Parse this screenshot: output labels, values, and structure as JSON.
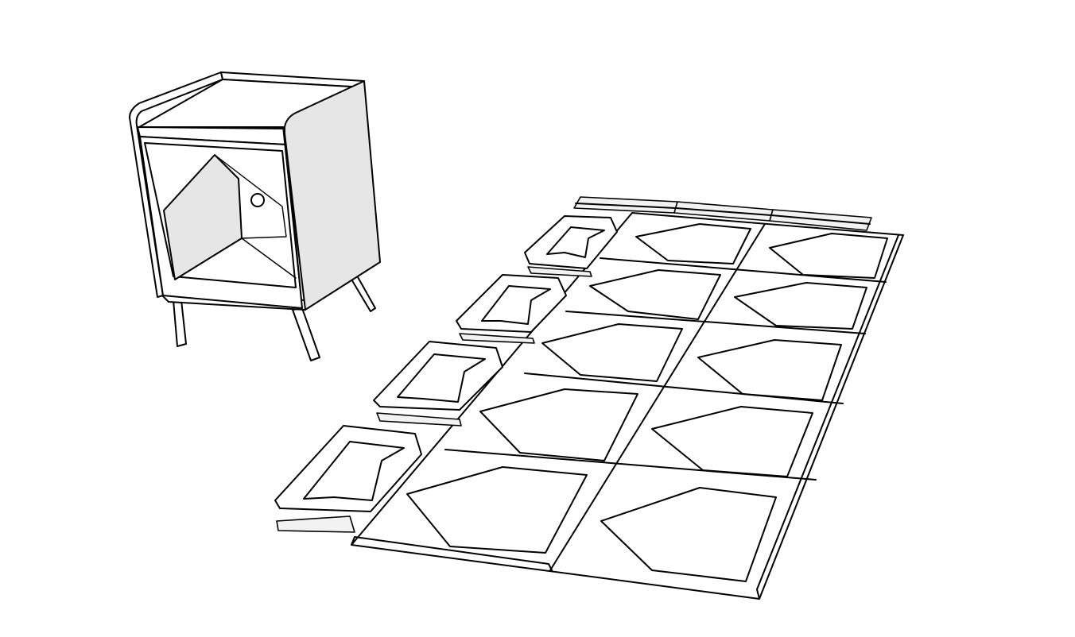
{
  "illustration": {
    "assembled_object": "cabinet-with-pentagon-opening",
    "flat_parts": {
      "panel_rows": 5,
      "panel_columns": 2,
      "leg_frames": 4,
      "stacked_strips": 3
    }
  },
  "colors": {
    "background": "#ffffff",
    "line": "#000000",
    "shaded_face": "#e6e6e6",
    "light_face": "#f2f2f2"
  }
}
